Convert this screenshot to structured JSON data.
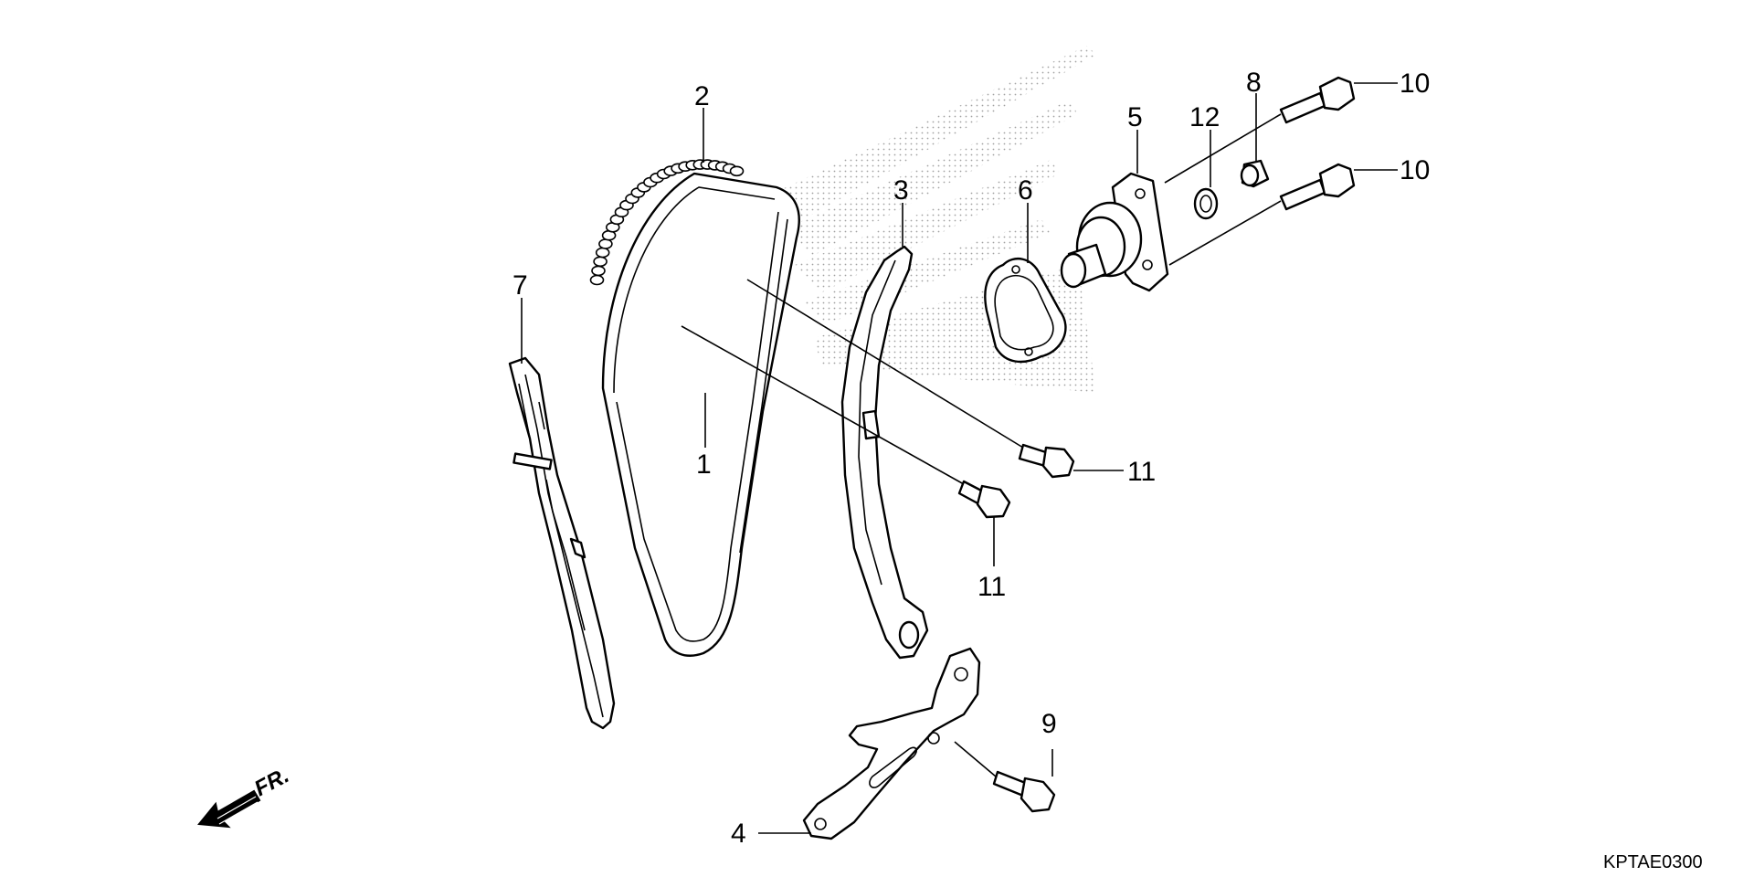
{
  "callouts": {
    "c1": "1",
    "c2": "2",
    "c3": "3",
    "c4": "4",
    "c5": "5",
    "c6": "6",
    "c7": "7",
    "c8": "8",
    "c9": "9",
    "c10a": "10",
    "c10b": "10",
    "c11a": "11",
    "c11b": "11",
    "c12": "12"
  },
  "direction": {
    "label": "FR."
  },
  "diagram_code": "KPTAE0300"
}
